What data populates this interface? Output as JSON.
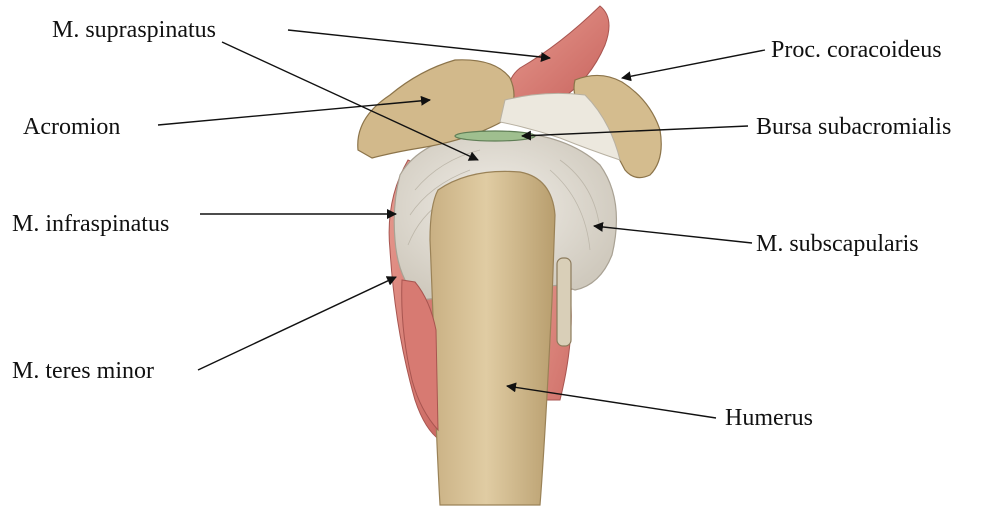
{
  "labels": {
    "supraspinatus": "M. supraspinatus",
    "coracoid": "Proc. coracoideus",
    "acromion": "Acromion",
    "bursa": "Bursa subacromialis",
    "infraspinatus": "M. infraspinatus",
    "subscapularis": "M. subscapularis",
    "teres_minor": "M. teres minor",
    "humerus": "Humerus"
  },
  "colors": {
    "bone": "#d6bf92",
    "bone_shadow": "#b59c6c",
    "muscle": "#d9817a",
    "tendon": "#e4e0d6",
    "bursa": "#9fbf8f",
    "text": "#111111"
  }
}
